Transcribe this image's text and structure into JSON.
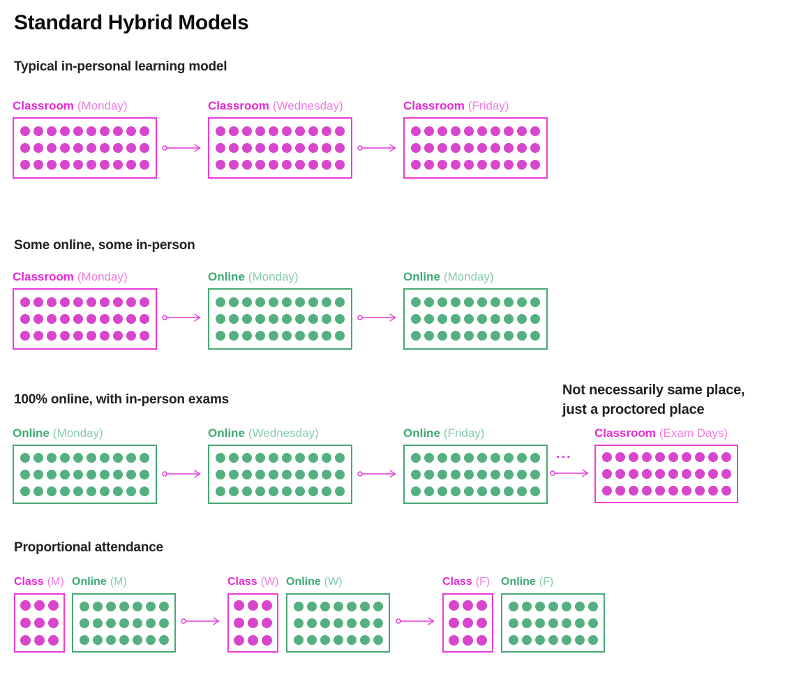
{
  "title": "Standard Hybrid Models",
  "note": {
    "line1": "Not necessarily same place,",
    "line2": "just a proctored place"
  },
  "ellipsis": "...",
  "colors": {
    "title": "#0d0d0d",
    "heading": "#212121",
    "classroom_dot": "#d746cc",
    "classroom_border": "#ee3bd6",
    "classroom_label": "#e32bd3",
    "classroom_sublabel": "#ef7ce2",
    "online_dot": "#54b080",
    "online_border": "#48a876",
    "online_label": "#3ea972",
    "online_sublabel": "#86ccaa",
    "arrow": "#e53ad6"
  },
  "sections": [
    {
      "heading": "Typical in-personal learning model",
      "boxes": [
        {
          "type": "classroom",
          "label": "Classroom",
          "sublabel": "(Monday)",
          "rows": 3,
          "cols": 10
        },
        {
          "type": "classroom",
          "label": "Classroom",
          "sublabel": "(Wednesday)",
          "rows": 3,
          "cols": 10
        },
        {
          "type": "classroom",
          "label": "Classroom",
          "sublabel": "(Friday)",
          "rows": 3,
          "cols": 10
        }
      ]
    },
    {
      "heading": "Some online, some in-person",
      "boxes": [
        {
          "type": "classroom",
          "label": "Classroom",
          "sublabel": "(Monday)",
          "rows": 3,
          "cols": 10
        },
        {
          "type": "online",
          "label": "Online",
          "sublabel": "(Monday)",
          "rows": 3,
          "cols": 10
        },
        {
          "type": "online",
          "label": "Online",
          "sublabel": "(Monday)",
          "rows": 3,
          "cols": 10
        }
      ]
    },
    {
      "heading": "100% online, with in-person exams",
      "boxes": [
        {
          "type": "online",
          "label": "Online",
          "sublabel": "(Monday)",
          "rows": 3,
          "cols": 10
        },
        {
          "type": "online",
          "label": "Online",
          "sublabel": "(Wednesday)",
          "rows": 3,
          "cols": 10
        },
        {
          "type": "online",
          "label": "Online",
          "sublabel": "(Friday)",
          "rows": 3,
          "cols": 10
        },
        {
          "type": "classroom",
          "label": "Classroom",
          "sublabel": "(Exam Days)",
          "rows": 3,
          "cols": 10
        }
      ]
    },
    {
      "heading": "Proportional attendance",
      "boxes": [
        {
          "type": "classroom",
          "label": "Class",
          "sublabel": "(M)",
          "rows": 3,
          "cols": 3
        },
        {
          "type": "online",
          "label": "Online",
          "sublabel": "(M)",
          "rows": 3,
          "cols": 7
        },
        {
          "type": "classroom",
          "label": "Class",
          "sublabel": "(W)",
          "rows": 3,
          "cols": 3
        },
        {
          "type": "online",
          "label": "Online",
          "sublabel": "(W)",
          "rows": 3,
          "cols": 7
        },
        {
          "type": "classroom",
          "label": "Class",
          "sublabel": "(F)",
          "rows": 3,
          "cols": 3
        },
        {
          "type": "online",
          "label": "Online",
          "sublabel": "(F)",
          "rows": 3,
          "cols": 7
        }
      ]
    }
  ]
}
